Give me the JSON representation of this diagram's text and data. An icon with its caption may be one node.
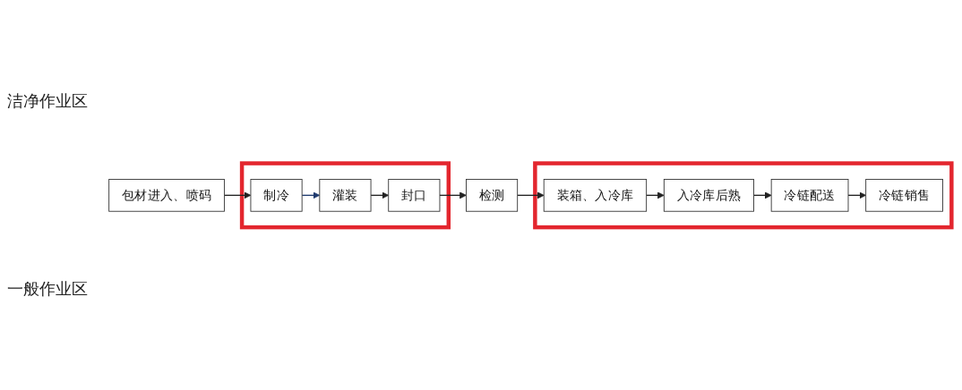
{
  "diagram": {
    "nodes": [
      {
        "text": [],
        "shape": "box"
      },
      {
        "text": [
          "制冷"
        ],
        "in": 0
      },
      {
        "text": [
          "灌装"
        ],
        "in": 0
      },
      {
        "text": [
          "封口"
        ],
        "in": 0
      },
      {
        "text": [
          "包材进入、喷码"
        ]
      },
      {
        "text": [
          "检测"
        ]
      },
      {
        "text": [],
        "shape": "box"
      },
      {
        "text": [
          "装箱、入冷库"
        ],
        "in": 6
      },
      {
        "text": [
          "入冷库后熟"
        ],
        "in": 6
      },
      {
        "text": [
          "冷链配送"
        ],
        "in": 6
      },
      {
        "text": [
          "冷链销售"
        ],
        "in": 6
      }
    ],
    "edges": [
      {
        "from": 4,
        "to": 1,
        "arrow": "to"
      },
      {
        "from": 1,
        "to": 2,
        "arrow": "to",
        "color": "#1f3a6e"
      },
      {
        "from": 2,
        "to": 3,
        "arrow": "to"
      },
      {
        "from": 3,
        "to": 5,
        "arrow": "to"
      },
      {
        "from": 5,
        "to": 7,
        "arrow": "to"
      },
      {
        "from": 7,
        "to": 8,
        "arrow": "to"
      },
      {
        "from": 8,
        "to": 9,
        "arrow": "to"
      },
      {
        "from": 9,
        "to": 10,
        "arrow": "to"
      }
    ],
    "labels": [
      "洁净作业区",
      "一般作业区"
    ]
  }
}
